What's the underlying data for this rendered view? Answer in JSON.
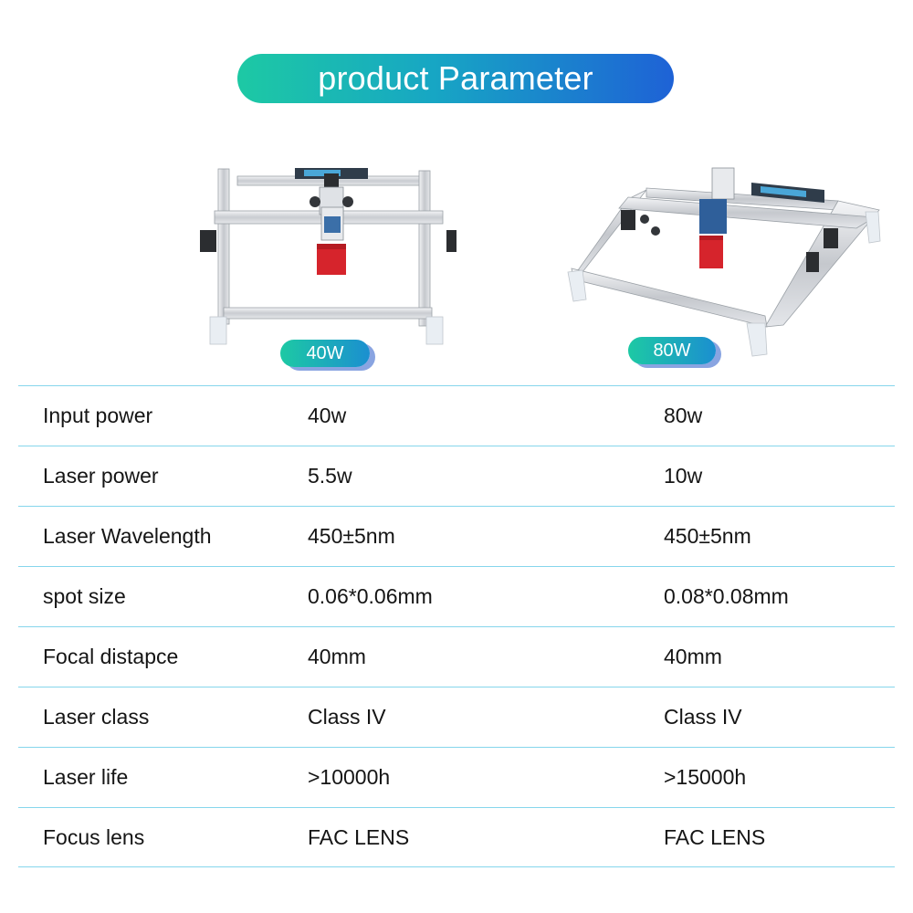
{
  "header": {
    "title": "product Parameter"
  },
  "models": [
    {
      "label": "40W"
    },
    {
      "label": "80W"
    }
  ],
  "colors": {
    "accent_green": "#1dc9a4",
    "accent_blue": "#1e62d6",
    "divider": "#86d6ec",
    "laser_module": "#d6242c"
  },
  "specs": {
    "rows": [
      {
        "label": "Input power",
        "v40": "40w",
        "v80": "80w"
      },
      {
        "label": "Laser power",
        "v40": "5.5w",
        "v80": "10w"
      },
      {
        "label": "Laser Wavelength",
        "v40": "450±5nm",
        "v80": "450±5nm"
      },
      {
        "label": "spot size",
        "v40": "0.06*0.06mm",
        "v80": "0.08*0.08mm"
      },
      {
        "label": "Focal distapce",
        "v40": "40mm",
        "v80": "40mm"
      },
      {
        "label": "Laser class",
        "v40": "Class IV",
        "v80": "Class IV"
      },
      {
        "label": "Laser life",
        "v40": ">10000h",
        "v80": ">15000h"
      },
      {
        "label": "Focus lens",
        "v40": "FAC LENS",
        "v80": "FAC LENS"
      }
    ]
  }
}
